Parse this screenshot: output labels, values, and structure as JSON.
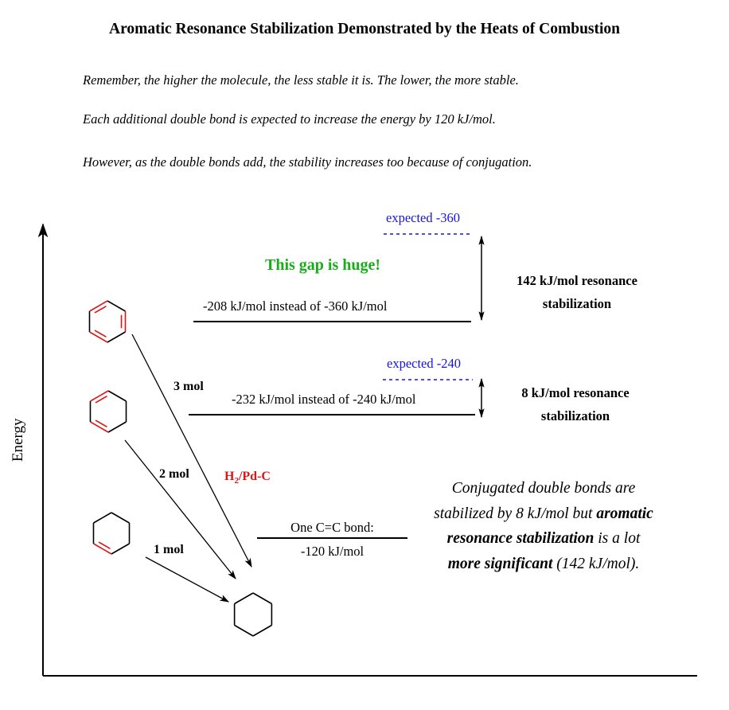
{
  "title": "Aromatic Resonance Stabilization Demonstrated by the Heats of Combustion",
  "notes": [
    "Remember, the higher the molecule, the less stable it is. The lower, the more stable.",
    "Each additional double bond is expected to increase the energy by 120 kJ/mol.",
    "However, as the double bonds add, the stability increases too because of conjugation."
  ],
  "axis": {
    "y_label": "Energy"
  },
  "levels": {
    "benzene": {
      "expected": "expected -360",
      "actual": "-208 kJ/mol instead of -360  kJ/mol",
      "gap_note": "This gap is huge!",
      "stabilization_line1": "142 kJ/mol resonance",
      "stabilization_line2": "stabilization"
    },
    "diene": {
      "expected": "expected -240",
      "actual": "-232 kJ/mol instead of -240  kJ/mol",
      "stabilization_line1": "8 kJ/mol resonance",
      "stabilization_line2": "stabilization"
    },
    "alkene": {
      "line1": "One C=C bond:",
      "line2": "-120 kJ/mol"
    }
  },
  "reaction": {
    "reagent_main": "H",
    "reagent_sub": "2",
    "reagent_rest": "/Pd-C",
    "arrows": [
      "3 mol",
      "2 mol",
      "1 mol"
    ]
  },
  "molecules": [
    "benzene",
    "1,3-cyclohexadiene",
    "cyclohexene",
    "cyclohexane"
  ],
  "summary": {
    "t1": "Conjugated double bonds are stabilized by 8 kJ/mol but ",
    "b1": "aromatic resonance stabilization",
    "t2": " is a lot ",
    "b2": "more significant",
    "t3": " (142 kJ/mol)."
  },
  "colors": {
    "double_bond": "#e01414",
    "expected": "#1414e6",
    "highlight": "#1aad1a"
  }
}
